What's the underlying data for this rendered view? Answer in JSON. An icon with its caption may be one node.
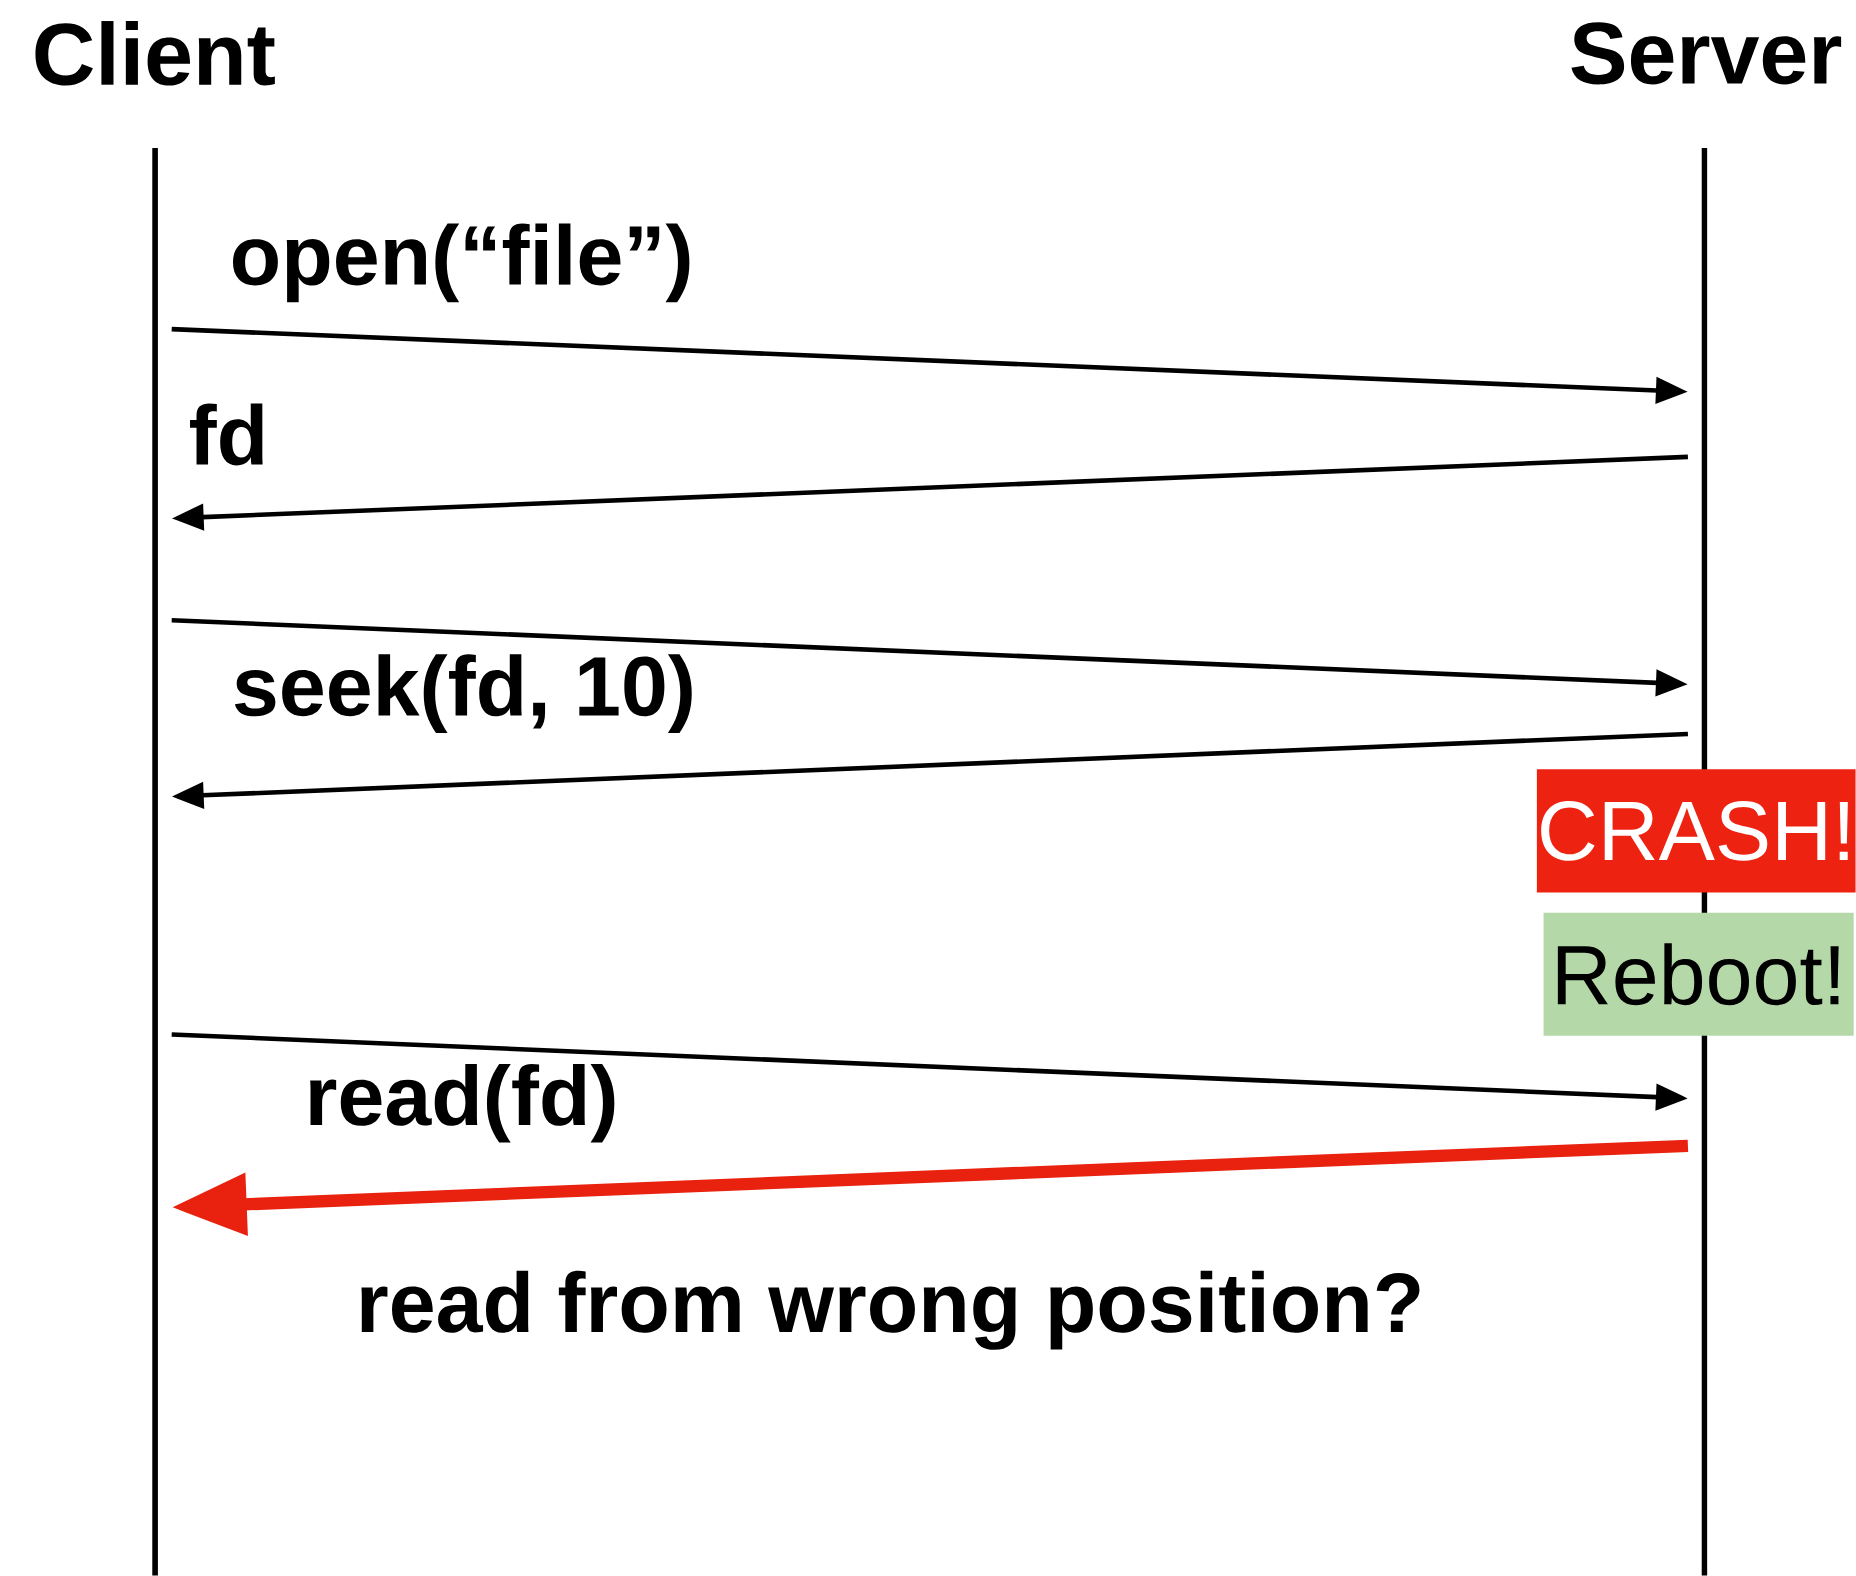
{
  "diagram": {
    "nodes": [
      {
        "text": [
          "Client"
        ]
      },
      {
        "text": [
          "Server"
        ]
      },
      {
        "text": [
          "CRASH!"
        ]
      },
      {
        "text": [
          "Reboot!"
        ]
      }
    ],
    "edges": [
      {
        "from": 0,
        "to": 1,
        "arrow": "to",
        "label": "open(“file”)"
      },
      {
        "from": 1,
        "to": 0,
        "arrow": "to",
        "label": "fd"
      },
      {
        "from": 0,
        "to": 1,
        "arrow": "to",
        "label": "seek(fd, 10)"
      },
      {
        "from": 1,
        "to": 0,
        "arrow": "to"
      },
      {
        "from": 0,
        "to": 1,
        "arrow": "to",
        "label": "read(fd)"
      },
      {
        "from": 1,
        "to": 0,
        "arrow": "to",
        "label": "read from wrong position?",
        "style": "thick",
        "color": "#e8220f"
      }
    ]
  }
}
